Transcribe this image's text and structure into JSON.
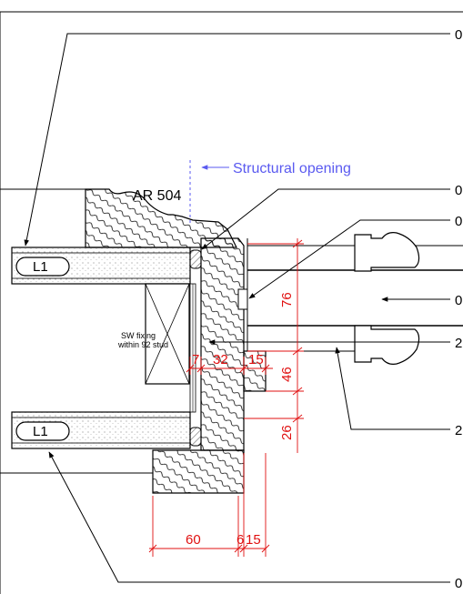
{
  "labels": {
    "structural_opening": "Structural opening",
    "architrave": "AR 504",
    "lining_top": "L1",
    "lining_bottom": "L1",
    "stud_note_line1": "SW fixing",
    "stud_note_line2": "within 92 stud"
  },
  "dimensions": {
    "d76": "76",
    "d46": "46",
    "d26": "26",
    "d7": "7",
    "d32": "32",
    "d15a": "15",
    "d60": "60",
    "d6": "6",
    "d15b": "15"
  },
  "callouts": [
    "0",
    "0",
    "0",
    "0",
    "2",
    "2",
    "0"
  ],
  "colors": {
    "dimension": "#e01010",
    "structural": "#5a5af0",
    "line": "#000000",
    "dash": "#5a5af0"
  }
}
